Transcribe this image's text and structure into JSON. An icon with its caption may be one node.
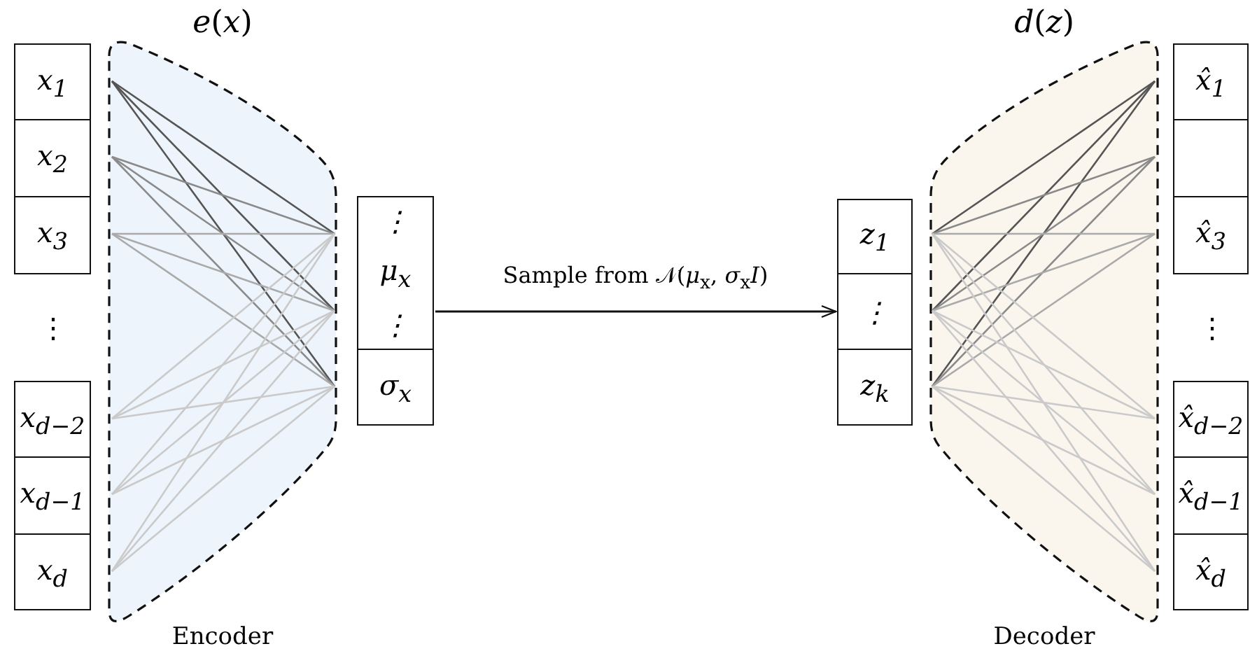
{
  "diagram": {
    "nodes": [
      {
        "text": [
          "x$_{1}$"
        ]
      },
      {
        "text": [
          "x$_{2}$"
        ]
      },
      {
        "text": [
          "x$_{3}$"
        ]
      },
      {
        "text": [
          "x$_{d−2}$"
        ]
      },
      {
        "text": [
          "x$_{d−1}$"
        ]
      },
      {
        "text": [
          "x$_{d}$"
        ]
      },
      {
        "text": [
          "*e*(*x*)"
        ],
        "beside": [
          "Encoder"
        ]
      },
      {
        "text": [
          "⋮",
          "μ$_{x}$",
          "⋮"
        ]
      },
      {
        "text": [
          "σ$_{x}$"
        ]
      },
      {
        "text": [
          "z$_{1}$"
        ]
      },
      {
        "text": [
          "⋮"
        ]
      },
      {
        "text": [
          "z$_{k}$"
        ]
      },
      {
        "text": [
          "*d*(*z*)"
        ],
        "beside": [
          "Decoder"
        ]
      },
      {
        "text": [
          "x̂$_{1}$"
        ]
      },
      {
        "text": [],
        "shape": "box"
      },
      {
        "text": [
          "x̂$_{3}$"
        ]
      },
      {
        "text": [
          "x̂$_{d−2}$"
        ]
      },
      {
        "text": [
          "x̂$_{d−1}$"
        ]
      },
      {
        "text": [
          "x̂$_{d}$"
        ]
      }
    ],
    "edges": [
      {
        "from": 7,
        "to": 10,
        "arrow": "to",
        "label": "Sample from 𝒩(*μ*$_{x}$, *σ*$_{x}$*I*)"
      }
    ],
    "labels": [
      "⋮",
      "⋮"
    ]
  }
}
